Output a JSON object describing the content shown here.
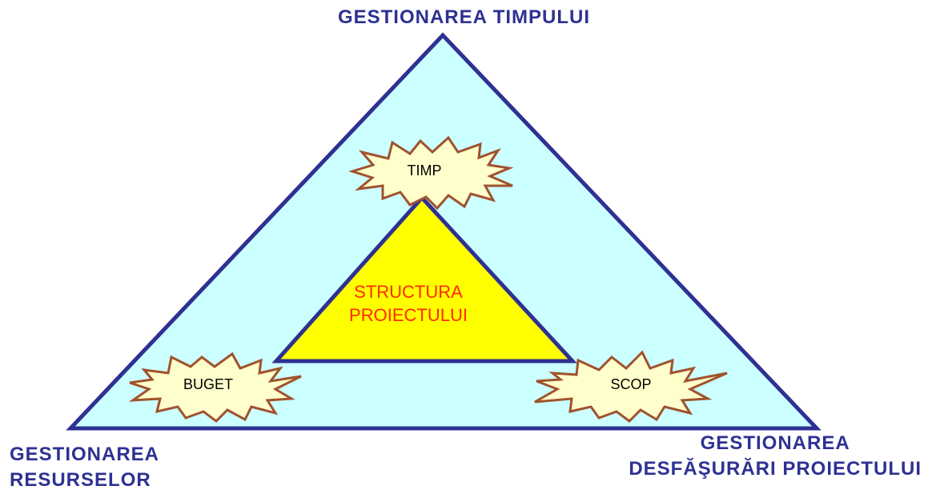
{
  "diagram": {
    "top_label": "GESTIONAREA TIMPULUI",
    "left_label_line1": "GESTIONAREA",
    "left_label_line2": "RESURSELOR",
    "right_label_line1": "GESTIONAREA",
    "right_label_line2": "DESFĂŞURĂRI PROIECTULUI",
    "center_line1": "STRUCTURA",
    "center_line2": "PROIECTULUI",
    "burst_top": "TIMP",
    "burst_left": "BUGET",
    "burst_right": "SCOP"
  },
  "colors": {
    "outer_fill": "#ccffff",
    "outer_stroke": "#2e3192",
    "inner_fill": "#ffff00",
    "inner_stroke": "#2e3192",
    "burst_fill": "#ffffcc",
    "burst_stroke": "#a0522d",
    "label_color": "#2e3192",
    "center_text_color": "#ff2a00"
  }
}
